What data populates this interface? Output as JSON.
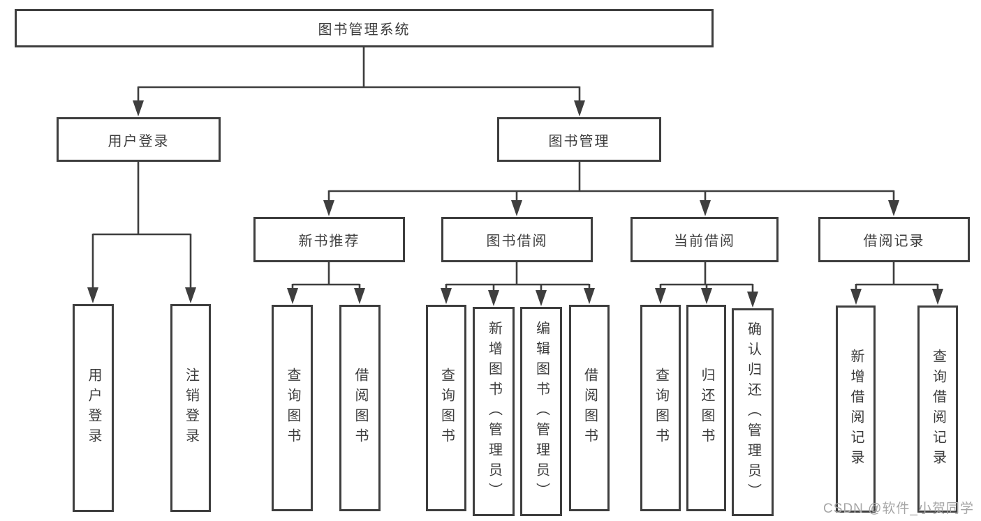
{
  "diagram": {
    "title": "图书管理系统",
    "nodes": {
      "root": "图书管理系统",
      "user_login": "用户登录",
      "book_mgmt": "图书管理",
      "new_book_rec": "新书推荐",
      "book_borrow": "图书借阅",
      "current_borrow": "当前借阅",
      "borrow_records": "借阅记录",
      "leaf_login": "用户登录",
      "leaf_logout": "注销登录",
      "leaf_nb_query": "查询图书",
      "leaf_nb_borrow": "借阅图书",
      "leaf_bb_query": "查询图书",
      "leaf_bb_add": "新增图书（管理员）",
      "leaf_bb_edit": "编辑图书（管理员）",
      "leaf_bb_borrow": "借阅图书",
      "leaf_cb_query": "查询图书",
      "leaf_cb_return": "归还图书",
      "leaf_cb_confirm": "确认归还（管理员）",
      "leaf_br_add": "新增借阅记录",
      "leaf_br_query": "查询借阅记录"
    },
    "hierarchy": {
      "图书管理系统": {
        "用户登录": [
          "用户登录",
          "注销登录"
        ],
        "图书管理": {
          "新书推荐": [
            "查询图书",
            "借阅图书"
          ],
          "图书借阅": [
            "查询图书",
            "新增图书（管理员）",
            "编辑图书（管理员）",
            "借阅图书"
          ],
          "当前借阅": [
            "查询图书",
            "归还图书",
            "确认归还（管理员）"
          ],
          "借阅记录": [
            "新增借阅记录",
            "查询借阅记录"
          ]
        }
      }
    }
  },
  "watermark": {
    "text": "CSDN @软件_小贺同学"
  },
  "colors": {
    "line": "#3e3e3e",
    "text": "#3d3d3d",
    "watermark": "#a6a6a6",
    "background": "#ffffff"
  }
}
